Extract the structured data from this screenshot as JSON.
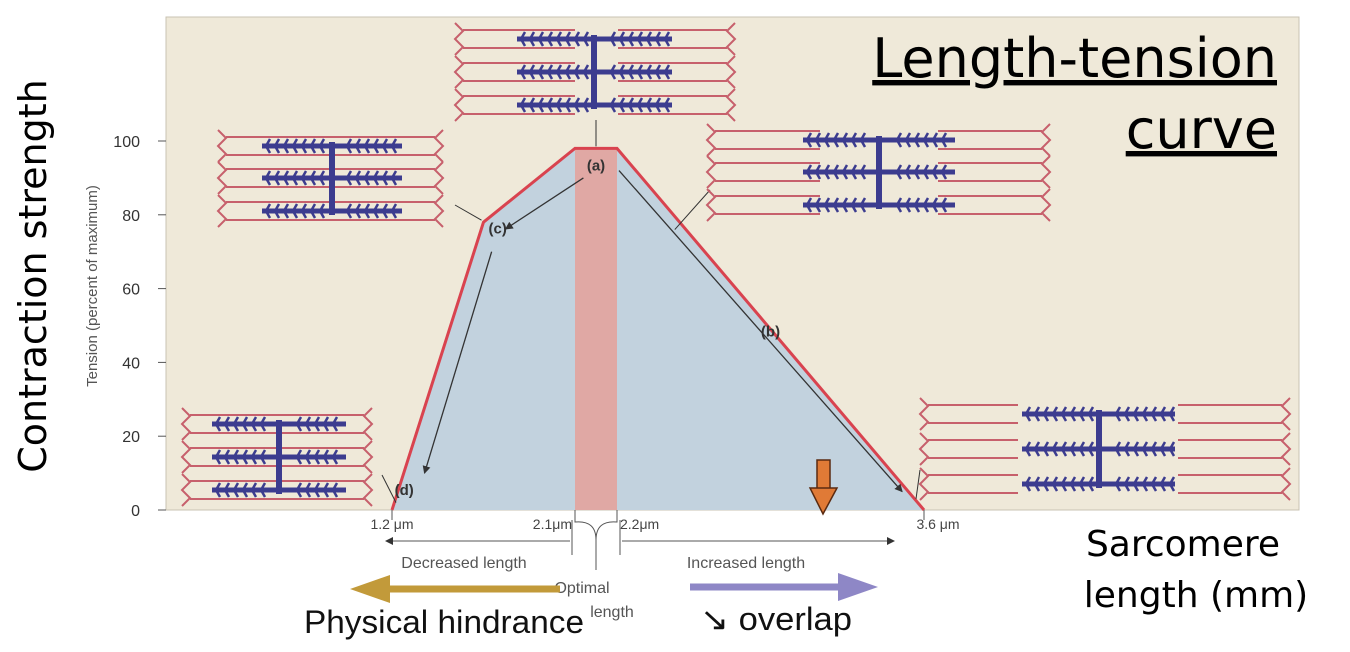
{
  "chart_data": {
    "type": "area",
    "title": "Length-tension curve",
    "ylabel": "Tension (percent of maximum)",
    "ylabel_outer": "Contraction strength",
    "xlabel_outer": "Sarcomere length (mm)",
    "ylim": [
      0,
      100
    ],
    "yticks": [
      "0",
      "20",
      "40",
      "60",
      "80",
      "100"
    ],
    "x_tick_labels": [
      "1.2 μm",
      "2.1μm",
      "2.2μm",
      "3.6 μm"
    ],
    "series": [
      {
        "x": [
          1.2,
          1.65,
          2.1,
          2.2,
          2.3,
          3.6
        ],
        "y": [
          0,
          78,
          98,
          98,
          91,
          0
        ]
      }
    ],
    "optimal_range": [
      2.1,
      2.2
    ],
    "point_labels": [
      {
        "text": "(a)",
        "x": 2.15,
        "y": 92
      },
      {
        "text": "(b)",
        "x": 2.9,
        "y": 47
      },
      {
        "text": "(c)",
        "x": 1.72,
        "y": 75
      },
      {
        "text": "(d)",
        "x": 1.26,
        "y": 4
      }
    ],
    "region_labels": {
      "decreased": "Decreased length",
      "increased": "Increased length",
      "optimal_line1": "Optimal",
      "optimal_line2": "length"
    },
    "annotations": {
      "left_arrow": "Physical hindrance",
      "right_arrow": "↘ overlap"
    },
    "colors": {
      "panel_bg": "#efe9d9",
      "fill": "#c2d2de",
      "curve": "#d9434f",
      "optimal_band": "#e0a8a4",
      "myosin": "#3c3c8f",
      "actin": "#c7606c",
      "left_arrow": "#c29a3a",
      "right_arrow": "#8e87c6",
      "marker": "#e07a36"
    }
  }
}
